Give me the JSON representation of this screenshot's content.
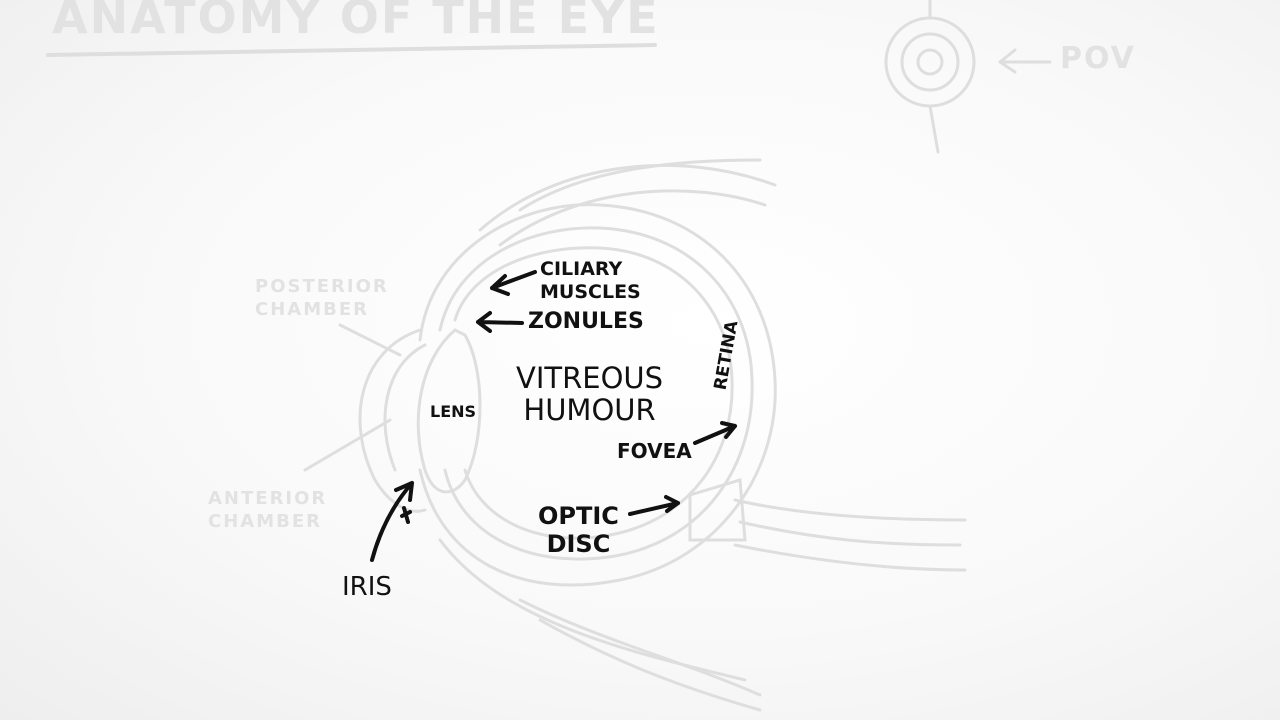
{
  "title": "ANATOMY OF THE EYE",
  "pov_label": "POV",
  "labels": {
    "ciliary_muscles": "CILIARY\nMUSCLES",
    "zonules": "ZONULES",
    "vitreous_humour": "VITREOUS\nHUMOUR",
    "retina": "RETINA",
    "lens": "LENS",
    "fovea": "FOVEA",
    "optic_disc": "OPTIC\nDISC",
    "iris": "IRIS",
    "posterior_chamber": "POSTERIOR\nCHAMBER",
    "anterior_chamber": "ANTERIOR\nCHAMBER"
  },
  "colors": {
    "ink": "#111111",
    "faint_ink": "#dcdcdc",
    "board": "#ffffff"
  }
}
